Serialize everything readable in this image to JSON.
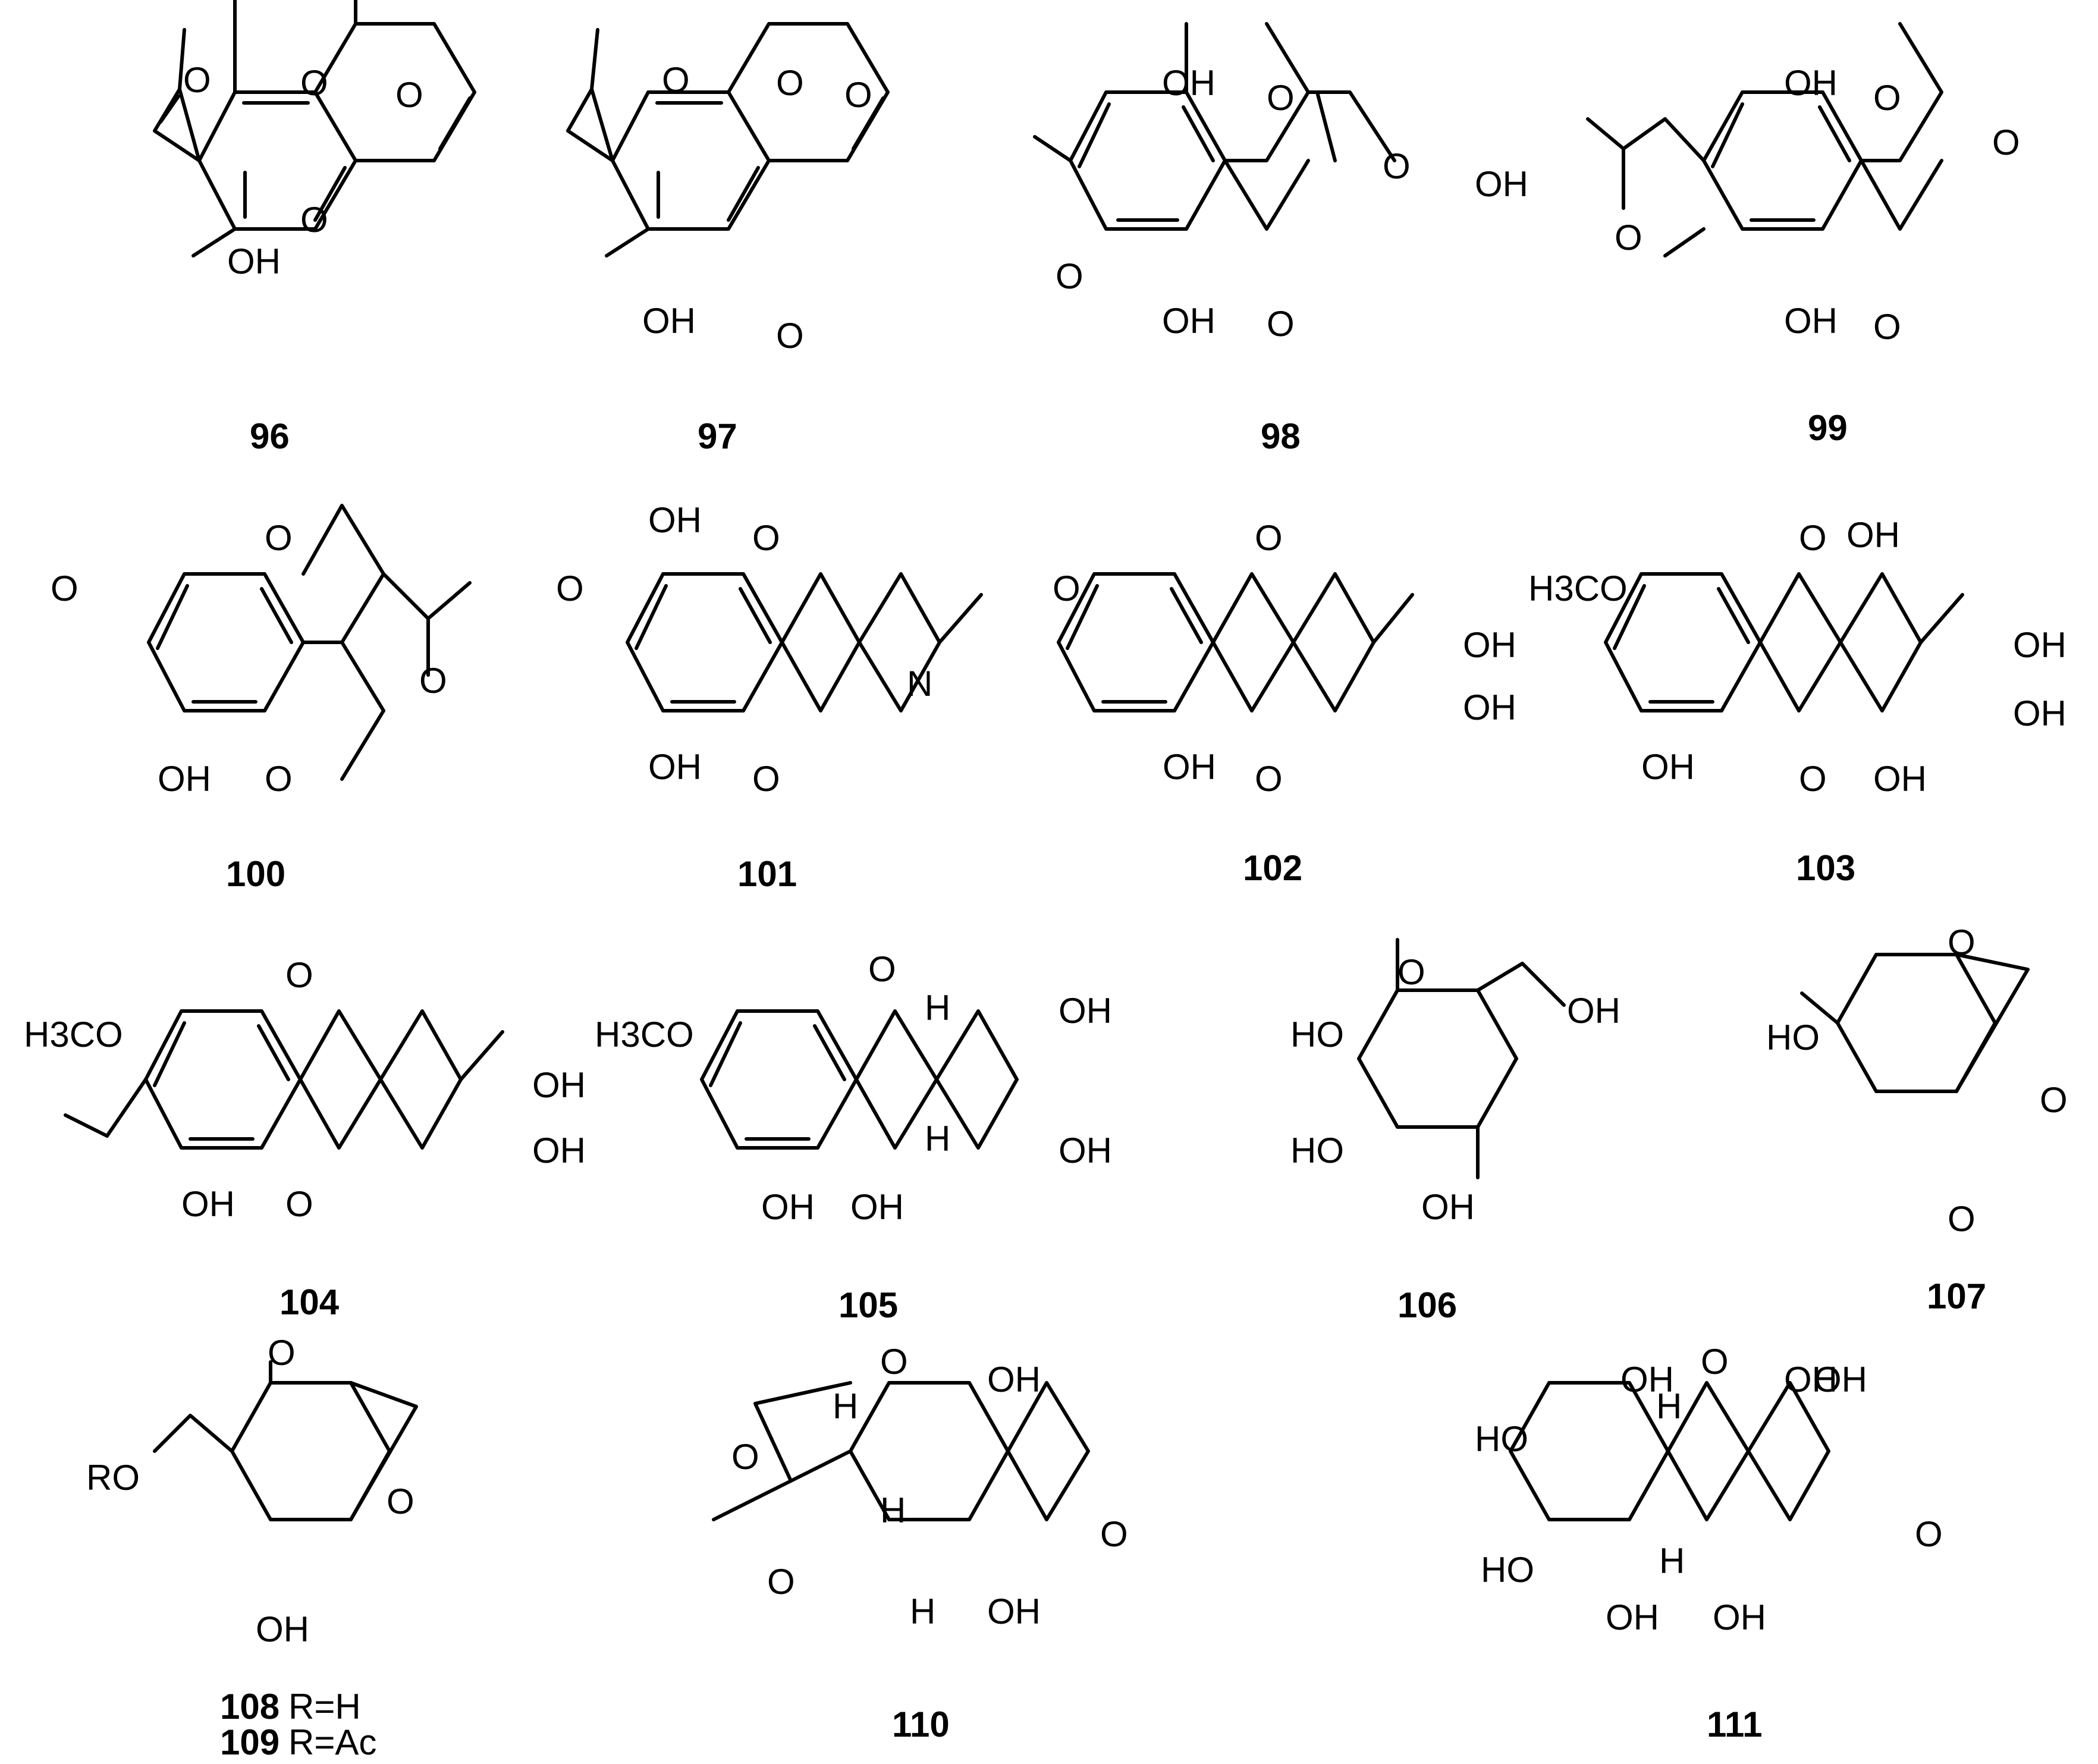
{
  "figure": {
    "compounds": [
      {
        "id": "96",
        "label": "96",
        "rgroup": "",
        "atoms": {
          "oh": [
            "OH"
          ],
          "o": [
            "O",
            "O",
            "O",
            "O"
          ]
        }
      },
      {
        "id": "97",
        "label": "97",
        "rgroup": "",
        "atoms": {
          "oh": [
            "OH"
          ],
          "o": [
            "O",
            "O",
            "O",
            "O"
          ]
        }
      },
      {
        "id": "98",
        "label": "98",
        "rgroup": "",
        "atoms": {
          "oh": [
            "OH",
            "OH",
            "OH"
          ],
          "o": [
            "O",
            "O",
            "O",
            "O"
          ]
        }
      },
      {
        "id": "99",
        "label": "99",
        "rgroup": "",
        "atoms": {
          "oh": [
            "OH",
            "OH"
          ],
          "o": [
            "O",
            "O",
            "O",
            "O"
          ]
        }
      },
      {
        "id": "100",
        "label": "100",
        "rgroup": "",
        "atoms": {
          "oh": [
            "OH"
          ],
          "o": [
            "O",
            "O",
            "O",
            "O"
          ]
        }
      },
      {
        "id": "101",
        "label": "101",
        "rgroup": "",
        "atoms": {
          "oh": [
            "OH",
            "OH"
          ],
          "o": [
            "O",
            "O",
            "O"
          ],
          "n": [
            "N"
          ]
        }
      },
      {
        "id": "102",
        "label": "102",
        "rgroup": "",
        "atoms": {
          "oh": [
            "OH",
            "OH",
            "OH"
          ],
          "o": [
            "O",
            "O",
            "O"
          ]
        }
      },
      {
        "id": "103",
        "label": "103",
        "rgroup": "",
        "atoms": {
          "oh": [
            "OH",
            "OH",
            "OH",
            "OH",
            "OH"
          ],
          "o": [
            "O",
            "O"
          ],
          "och3": [
            "H3CO"
          ]
        }
      },
      {
        "id": "104",
        "label": "104",
        "rgroup": "",
        "atoms": {
          "oh": [
            "OH",
            "OH",
            "OH"
          ],
          "o": [
            "O",
            "O"
          ],
          "och3": [
            "H3CO"
          ]
        }
      },
      {
        "id": "105",
        "label": "105",
        "rgroup": "",
        "atoms": {
          "oh": [
            "OH",
            "OH",
            "OH",
            "OH"
          ],
          "o": [
            "O"
          ],
          "och3": [
            "H3CO"
          ],
          "h": [
            "H",
            "H"
          ]
        }
      },
      {
        "id": "106",
        "label": "106",
        "rgroup": "",
        "atoms": {
          "oh": [
            "HO",
            "HO",
            "OH",
            "OH"
          ],
          "o": [
            "O"
          ]
        }
      },
      {
        "id": "107",
        "label": "107",
        "rgroup": "",
        "atoms": {
          "oh": [
            "HO"
          ],
          "o": [
            "O",
            "O",
            "O"
          ]
        }
      },
      {
        "id": "108",
        "label": "108",
        "rgroup": "R=H",
        "atoms": {
          "oh": [
            "OH"
          ],
          "o": [
            "O",
            "O"
          ],
          "ro": [
            "RO"
          ]
        }
      },
      {
        "id": "109",
        "label": "109",
        "rgroup": "R=Ac",
        "atoms": {}
      },
      {
        "id": "110",
        "label": "110",
        "rgroup": "",
        "atoms": {
          "oh": [
            "OH",
            "OH"
          ],
          "o": [
            "O",
            "O",
            "O",
            "O"
          ],
          "h": [
            "H",
            "H",
            "H"
          ]
        }
      },
      {
        "id": "111",
        "label": "111",
        "rgroup": "",
        "atoms": {
          "oh": [
            "OH",
            "OH",
            "OH",
            "OH",
            "OH"
          ],
          "ho": [
            "HO",
            "HO"
          ],
          "o": [
            "O",
            "O"
          ],
          "h": [
            "H",
            "H"
          ]
        }
      }
    ]
  }
}
